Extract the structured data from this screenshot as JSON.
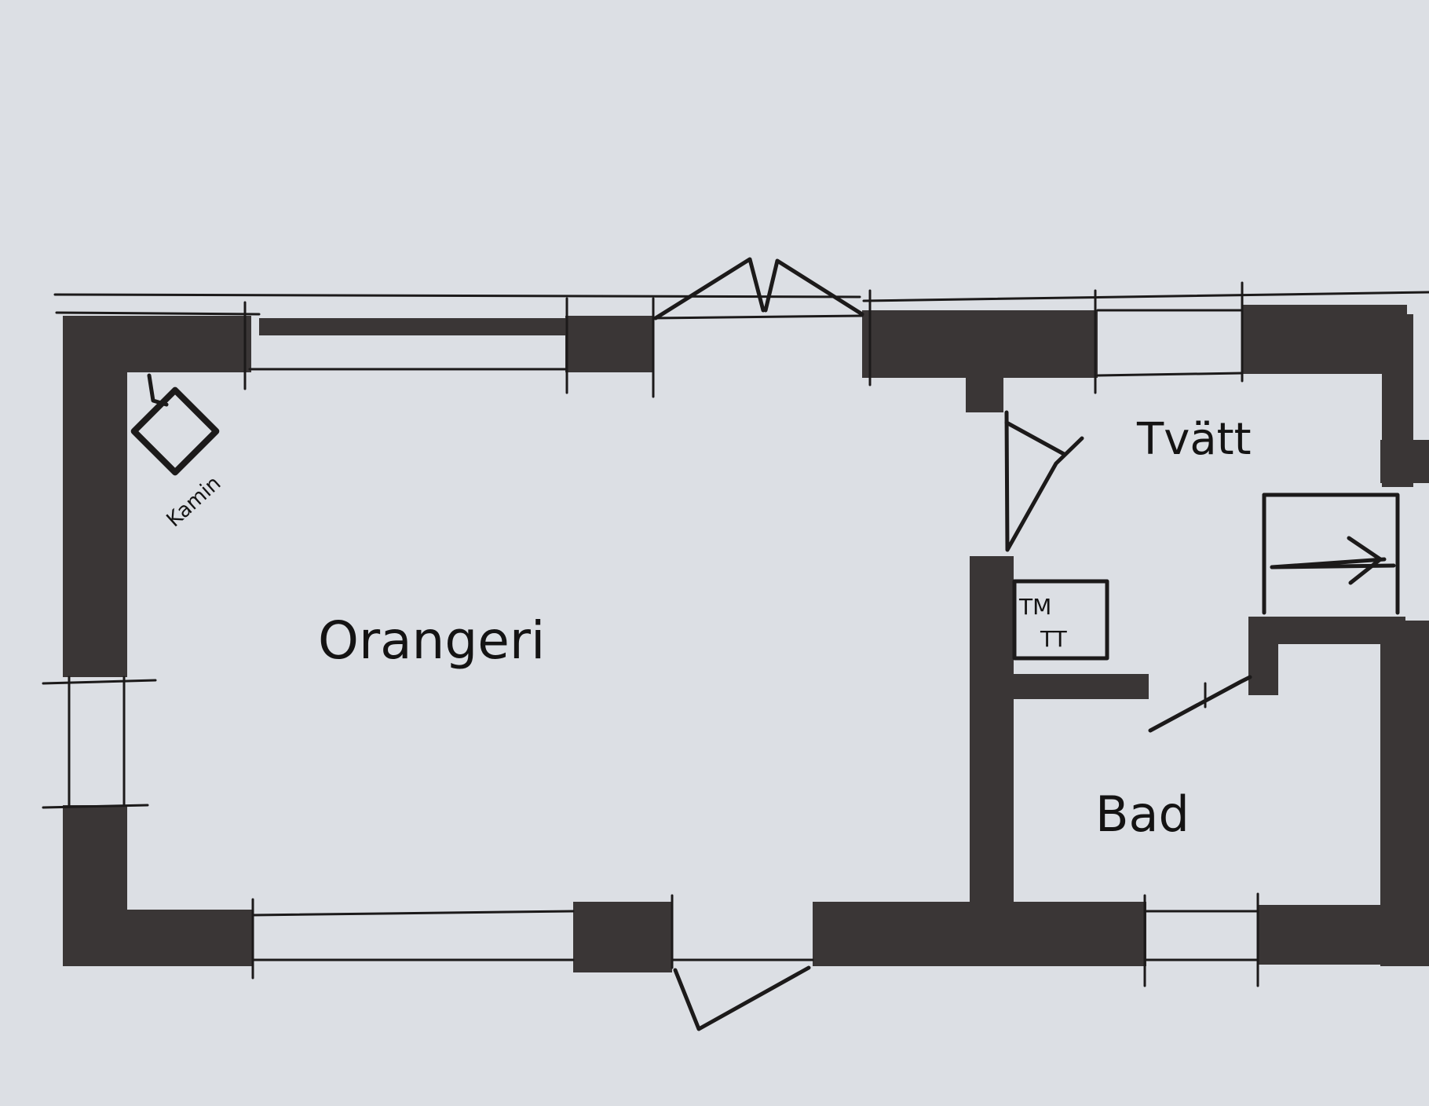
{
  "rooms": {
    "orangeri": "Orangeri",
    "tvatt": "Tvätt",
    "bad": "Bad"
  },
  "fixtures": {
    "kamin": "Kamin",
    "tm_tt": [
      "TM",
      "TT"
    ]
  },
  "colors": {
    "wall": "#3a3636",
    "ink": "#1c1a1a",
    "paper": "#dcdfe4"
  }
}
